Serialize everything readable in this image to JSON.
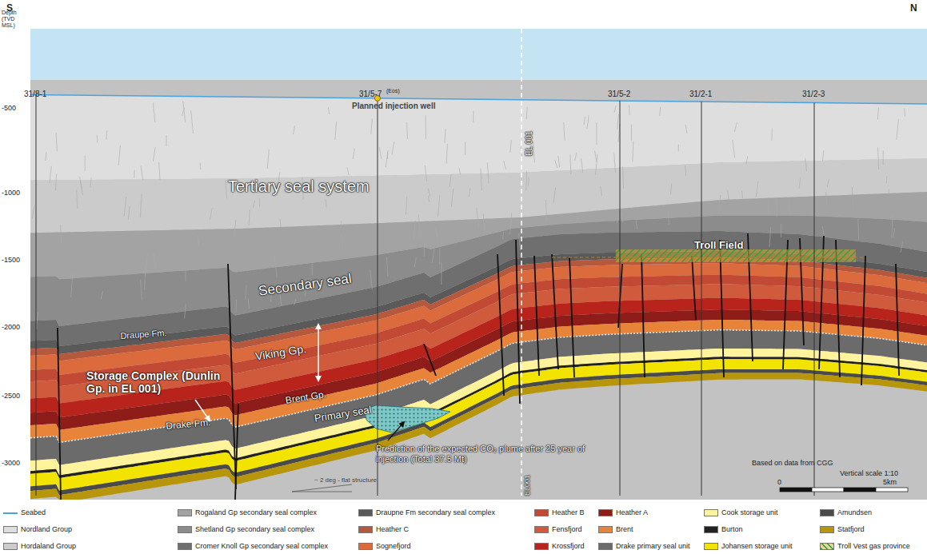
{
  "diagram": {
    "labels": [
      "S",
      "N",
      "Depth (TVD MSL)",
      "-500",
      "-1000",
      "-1500",
      "-2000",
      "-2500",
      "-3000",
      "31/8-1",
      "31/5-7",
      "(Eos)",
      "Planned injection well",
      "31/5-2",
      "31/2-1",
      "31/2-3",
      "EL 001",
      "EL001",
      "Tertiary seal system",
      "Secondary seal",
      "Troll Field",
      "Draupe Fm.",
      "Viking Gp.",
      "Storage Complex (Dunlin Gp. in EL 001)",
      "Brent Gp.",
      "Primary seal",
      "Drake Fm.",
      "Prediction of the expected CO₂ plume after 25 year of injection (Total 37.5 Mt)",
      "Based on data from CGG",
      "~ 2 deg - flat structure",
      "Vertical scale 1:10",
      "0",
      "5km"
    ],
    "legend": [
      {
        "text": "Seabed"
      },
      {
        "text": "Nordland Group",
        "color": "#dedede"
      },
      {
        "text": "Hordaland Group",
        "color": "#cbcbcb"
      },
      {
        "text": "Rogaland Gp secondary seal complex",
        "color": "#a3a3a3"
      },
      {
        "text": "Shetland Gp secondary seal complex",
        "color": "#8c8c8c"
      },
      {
        "text": "Cromer Knoll Gp secondary seal complex",
        "color": "#6f6f6f"
      },
      {
        "text": "Draupne Fm secondary seal complex",
        "color": "#5a5a5a"
      },
      {
        "text": "Heather C",
        "color": "#b5583e"
      },
      {
        "text": "Sognefjord",
        "color": "#db6a3c"
      },
      {
        "text": "Heather B",
        "color": "#c24a35"
      },
      {
        "text": "Fensfjord",
        "color": "#d05b3c"
      },
      {
        "text": "Krossfjord",
        "color": "#b8231c"
      },
      {
        "text": "Heather A",
        "color": "#8e1c19"
      },
      {
        "text": "Brent",
        "color": "#e8843a"
      },
      {
        "text": "Drake primary seal unit",
        "color": "#6b6b6b"
      },
      {
        "text": "Cook storage unit",
        "color": "#fff49c"
      },
      {
        "text": "Burton",
        "color": "#222222"
      },
      {
        "text": "Johansen storage unit",
        "color": "#f2e400"
      },
      {
        "text": "Amundsen",
        "color": "#4a4a4a"
      },
      {
        "text": "Statfjord",
        "color": "#b8960c"
      },
      {
        "text": "Troll Vest gas province"
      }
    ]
  }
}
